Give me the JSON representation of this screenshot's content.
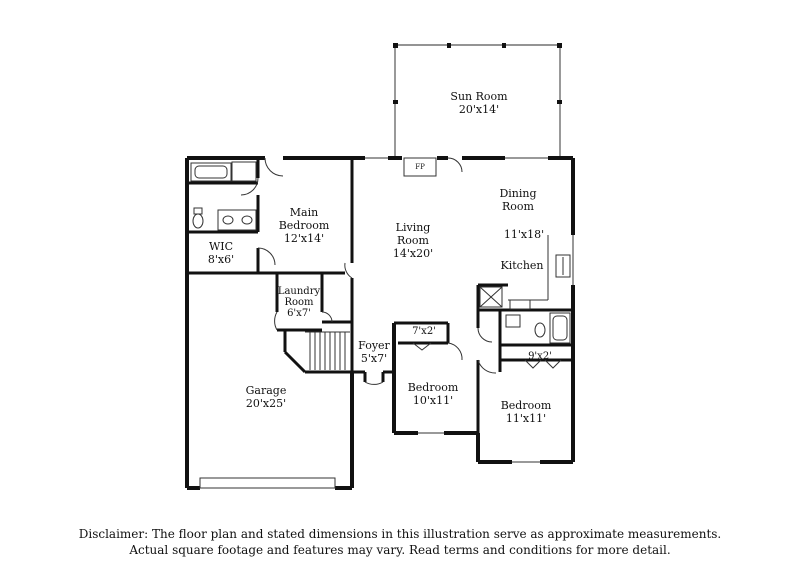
{
  "rooms": {
    "sun_room": {
      "name": "Sun Room",
      "dims": "20'x14'"
    },
    "main_bedroom": {
      "name": "Main Bedroom",
      "dims": "12'x14'"
    },
    "wic": {
      "name": "WIC",
      "dims": "8'x6'"
    },
    "living_room": {
      "name": "Living Room",
      "dims": "14'x20'"
    },
    "dining_room": {
      "name": "Dining Room"
    },
    "dining_dims": "11'x18'",
    "kitchen": {
      "name": "Kitchen"
    },
    "laundry_room": {
      "name": "Laundry Room",
      "dims": "6'x7'"
    },
    "foyer": {
      "name": "Foyer",
      "dims": "5'x7'"
    },
    "closet_1": {
      "dims": "7'x2'"
    },
    "closet_2": {
      "dims": "9'x2'"
    },
    "bedroom_1": {
      "name": "Bedroom",
      "dims": "10'x11'"
    },
    "bedroom_2": {
      "name": "Bedroom",
      "dims": "11'x11'"
    },
    "garage": {
      "name": "Garage",
      "dims": "20'x25'"
    }
  },
  "fireplace_label": "FP",
  "disclaimer": {
    "line1": "Disclaimer: The floor plan and stated dimensions in this illustration serve as approximate measurements.",
    "line2": "Actual square footage and features may vary. Read terms and conditions for more detail."
  }
}
